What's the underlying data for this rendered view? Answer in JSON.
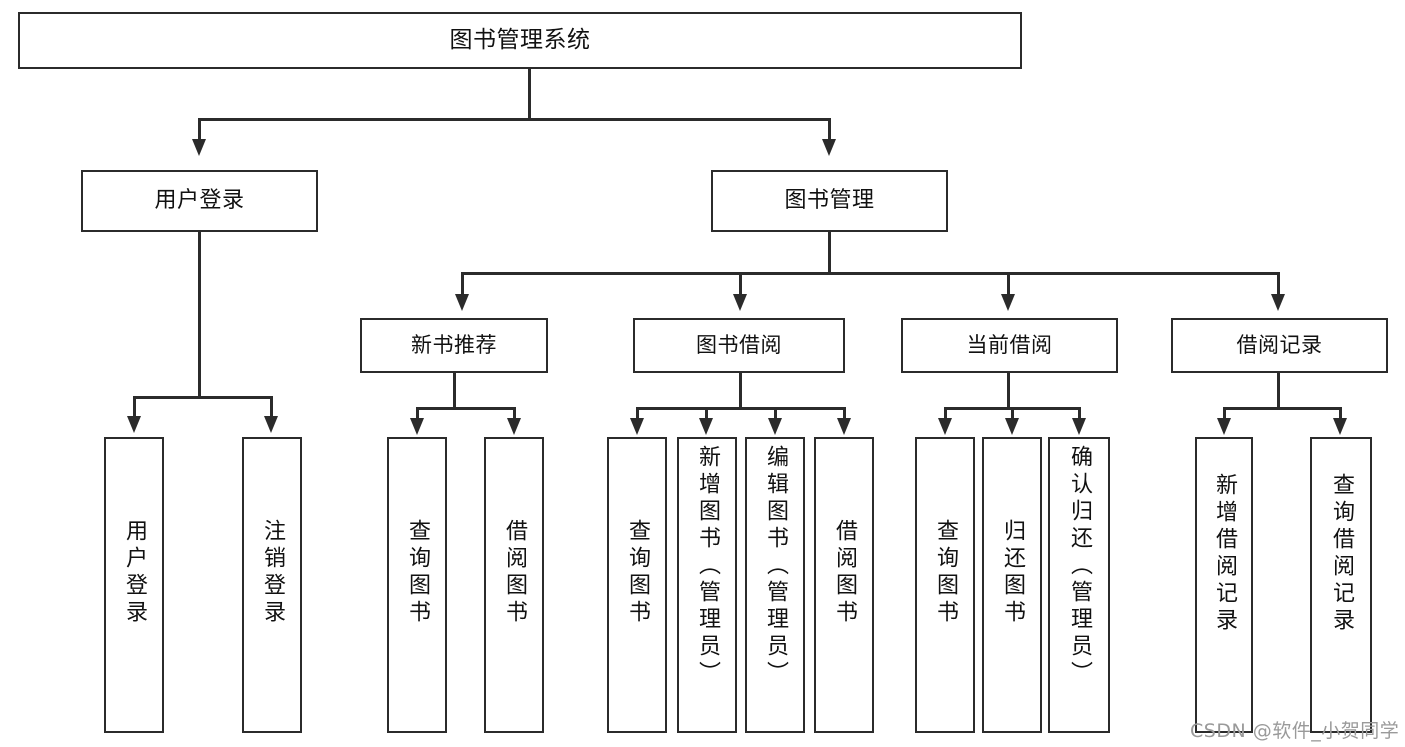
{
  "diagram": {
    "type": "tree-hierarchy-chart",
    "title": "图书管理系统",
    "root": {
      "id": "root",
      "label": "图书管理系统"
    },
    "level1": [
      {
        "id": "user-login",
        "label": "用户登录"
      },
      {
        "id": "book-manage",
        "label": "图书管理"
      }
    ],
    "level2": [
      {
        "id": "new-book-recommend",
        "label": "新书推荐",
        "parent": "book-manage"
      },
      {
        "id": "book-borrow",
        "label": "图书借阅",
        "parent": "book-manage"
      },
      {
        "id": "current-borrow",
        "label": "当前借阅",
        "parent": "book-manage"
      },
      {
        "id": "borrow-record",
        "label": "借阅记录",
        "parent": "book-manage"
      }
    ],
    "leaves": [
      {
        "id": "leaf-user-login",
        "label": "用户登录",
        "parent": "user-login"
      },
      {
        "id": "leaf-logout-login",
        "label": "注销登录",
        "parent": "user-login"
      },
      {
        "id": "leaf-query-book-1",
        "label": "查询图书",
        "parent": "new-book-recommend"
      },
      {
        "id": "leaf-borrow-book-1",
        "label": "借阅图书",
        "parent": "new-book-recommend"
      },
      {
        "id": "leaf-query-book-2",
        "label": "查询图书",
        "parent": "book-borrow"
      },
      {
        "id": "leaf-add-book",
        "label": "新增图书（管理员）",
        "parent": "book-borrow"
      },
      {
        "id": "leaf-edit-book",
        "label": "编辑图书（管理员）",
        "parent": "book-borrow"
      },
      {
        "id": "leaf-borrow-book-2",
        "label": "借阅图书",
        "parent": "book-borrow"
      },
      {
        "id": "leaf-query-book-3",
        "label": "查询图书",
        "parent": "current-borrow"
      },
      {
        "id": "leaf-return-book",
        "label": "归还图书",
        "parent": "current-borrow"
      },
      {
        "id": "leaf-confirm-return",
        "label": "确认归还（管理员）",
        "parent": "current-borrow"
      },
      {
        "id": "leaf-add-borrow-record",
        "label": "新增借阅记录",
        "parent": "borrow-record"
      },
      {
        "id": "leaf-query-borrow-record",
        "label": "查询借阅记录",
        "parent": "borrow-record"
      }
    ],
    "watermark": "CSDN @软件_小贺同学",
    "colors": {
      "stroke": "#2b2b2b",
      "fill": "#ffffff",
      "text": "#111111",
      "watermark": "#9a9a9a"
    }
  }
}
